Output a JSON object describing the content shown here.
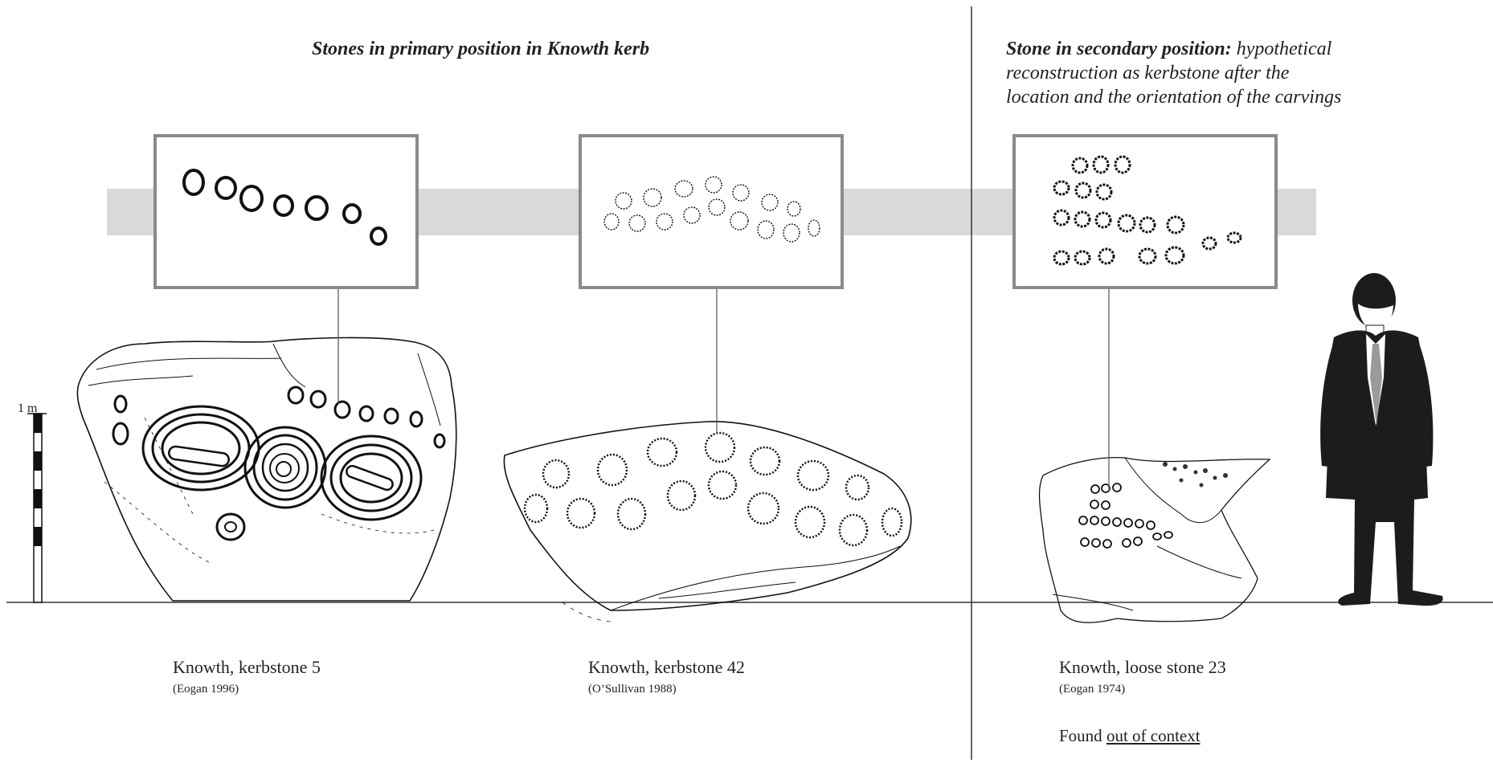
{
  "headings": {
    "primary": "Stones in primary position in Knowth kerb",
    "secondary_bold": "Stone in secondary position:",
    "secondary_line1": "hypothetical",
    "secondary_line2": "reconstruction as kerbstone after the",
    "secondary_line3": "location and the orientation of the carvings"
  },
  "scale": {
    "label": "1 m"
  },
  "stones": [
    {
      "title": "Knowth, kerbstone 5",
      "citation": "(Eogan 1996)"
    },
    {
      "title": "Knowth, kerbstone 42",
      "citation": "(O’Sullivan 1988)"
    },
    {
      "title": "Knowth, loose stone 23",
      "citation": "(Eogan 1974)"
    }
  ],
  "note": {
    "prefix": "Found",
    "link": "out of context"
  },
  "colors": {
    "band": "#d9d9d9",
    "frame": "#8a8a8a",
    "ink": "#111111",
    "silhouette": "#1c1c1c"
  }
}
